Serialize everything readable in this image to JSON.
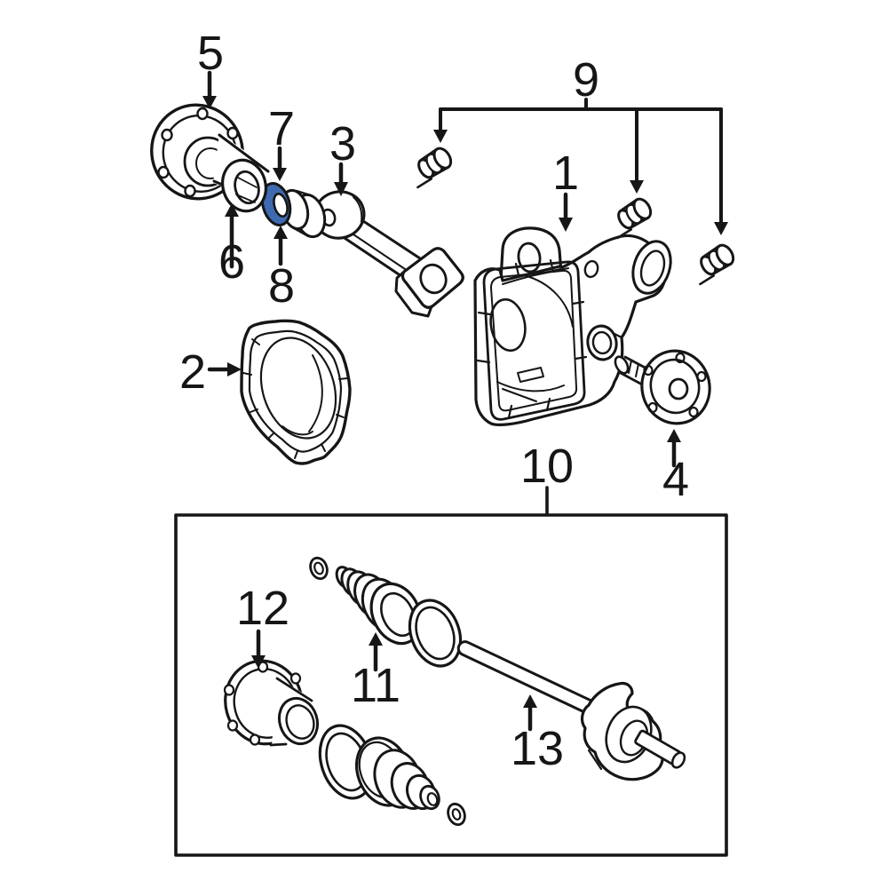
{
  "diagram": {
    "kind": "exploded-parts-diagram",
    "background_color": "#ffffff",
    "line_color": "#161616",
    "highlight_color": "#3e6bb0",
    "highlighted_callout": "7",
    "callouts": [
      {
        "label": "1"
      },
      {
        "label": "2"
      },
      {
        "label": "3"
      },
      {
        "label": "4"
      },
      {
        "label": "5"
      },
      {
        "label": "6"
      },
      {
        "label": "7"
      },
      {
        "label": "8"
      },
      {
        "label": "9"
      },
      {
        "label": "10"
      },
      {
        "label": "11"
      },
      {
        "label": "12"
      },
      {
        "label": "13"
      }
    ]
  }
}
